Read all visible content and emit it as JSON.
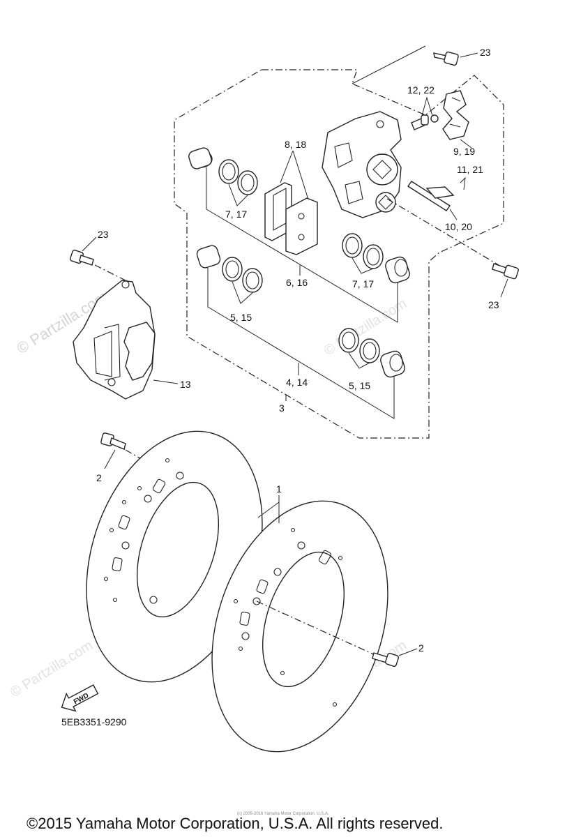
{
  "callouts": {
    "c23_top": "23",
    "c12_22": "12, 22",
    "c8_18": "8, 18",
    "c9_19": "9, 19",
    "c11_21": "11, 21",
    "c7_17_top": "7, 17",
    "c10_20": "10, 20",
    "c23_left": "23",
    "c6_16": "6, 16",
    "c7_17_mid": "7, 17",
    "c23_right": "23",
    "c5_15_left": "5, 15",
    "c13": "13",
    "c4_14": "4, 14",
    "c5_15_right": "5, 15",
    "c3": "3",
    "c2_left": "2",
    "c1": "1",
    "c2_right": "2"
  },
  "watermarks": {
    "main": "© Partzilla.com",
    "faint": "© Partzilla.com"
  },
  "fwd_label": "FWD",
  "diagram_code": "5EB3351-9290",
  "tiny_notice": "(c) 2005-2016 Yamaha Motor Corporation, U.S.A.",
  "copyright": "©2015 Yamaha Motor Corporation, U.S.A. All rights reserved."
}
